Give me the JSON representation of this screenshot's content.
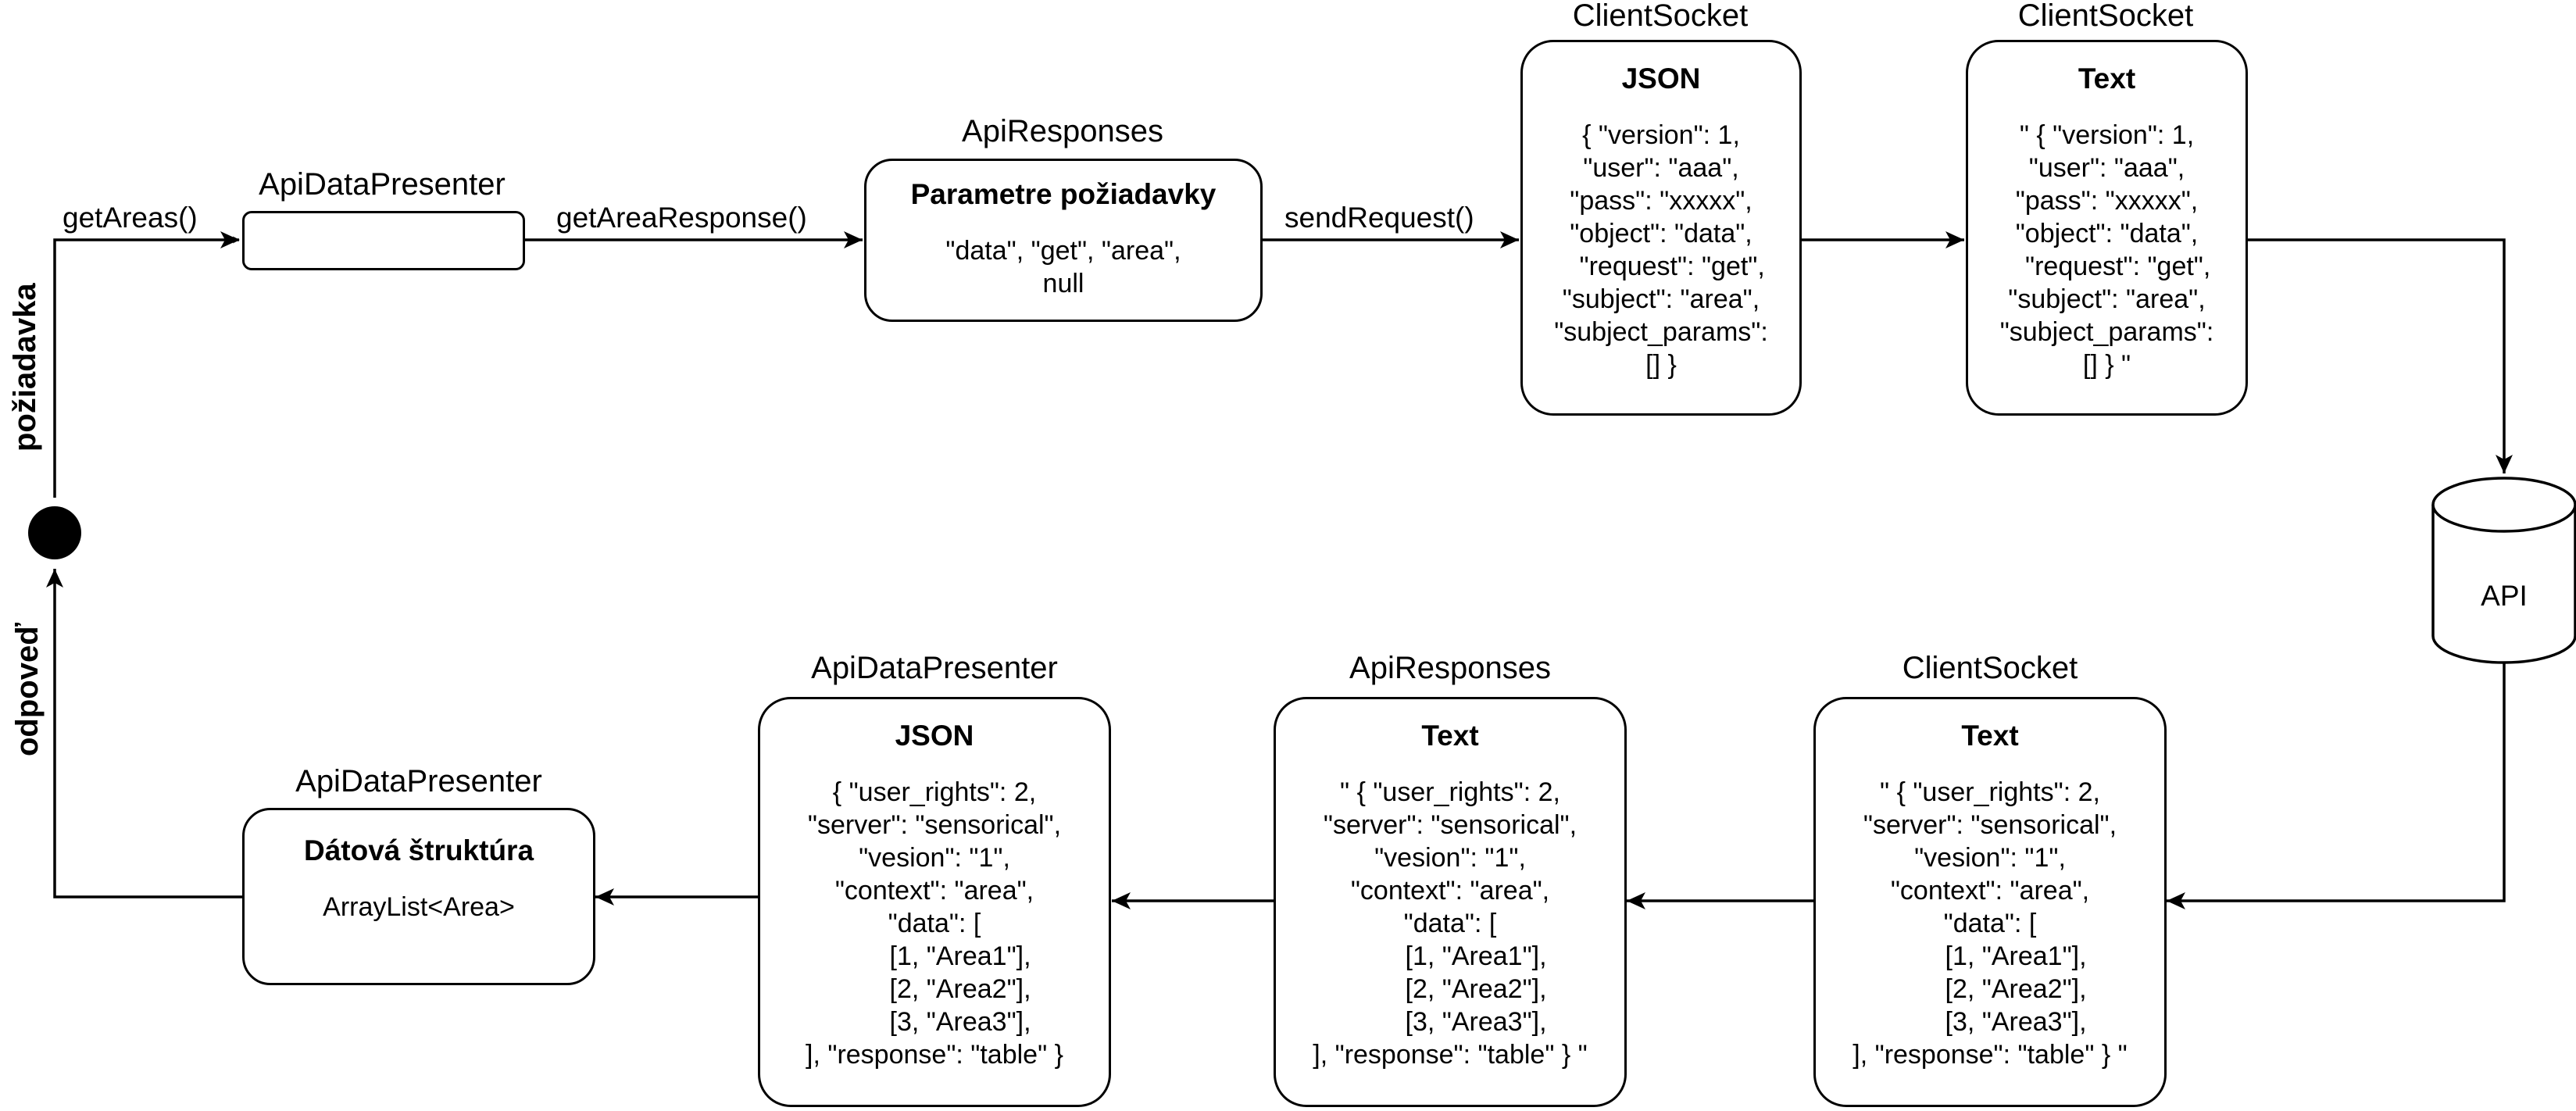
{
  "flow": {
    "request_label": "požiadavka",
    "response_label": "odpoveď"
  },
  "edges": {
    "getAreas": "getAreas()",
    "getAreaResponse": "getAreaResponse()",
    "sendRequest": "sendRequest()"
  },
  "nodes": {
    "presenter_top": {
      "owner": "ApiDataPresenter"
    },
    "params": {
      "owner": "ApiResponses",
      "title": "Parametre požiadavky",
      "body": "\"data\", \"get\", \"area\",\nnull"
    },
    "json_request": {
      "owner": "ClientSocket",
      "title": "JSON",
      "body": "{ \"version\": 1,\n\"user\": \"aaa\",\n\"pass\": \"xxxxx\",\n\"object\": \"data\",\n   \"request\": \"get\",\n\"subject\": \"area\",\n\"subject_params\":\n[] }"
    },
    "text_request": {
      "owner": "ClientSocket",
      "title": "Text",
      "body": "\" { \"version\": 1,\n\"user\": \"aaa\",\n\"pass\": \"xxxxx\",\n\"object\": \"data\",\n   \"request\": \"get\",\n\"subject\": \"area\",\n\"subject_params\":\n[] } \""
    },
    "api": {
      "label": "API"
    },
    "text_response_socket": {
      "owner": "ClientSocket",
      "title": "Text",
      "body": "\" { \"user_rights\": 2,\n\"server\": \"sensorical\",\n\"vesion\": \"1\",\n\"context\": \"area\",\n\"data\": [\n       [1, \"Area1\"],\n       [2, \"Area2\"],\n       [3, \"Area3\"],\n], \"response\": \"table\" } \""
    },
    "text_response_api": {
      "owner": "ApiResponses",
      "title": "Text",
      "body": "\" { \"user_rights\": 2,\n\"server\": \"sensorical\",\n\"vesion\": \"1\",\n\"context\": \"area\",\n\"data\": [\n       [1, \"Area1\"],\n       [2, \"Area2\"],\n       [3, \"Area3\"],\n], \"response\": \"table\" } \""
    },
    "json_response": {
      "owner": "ApiDataPresenter",
      "title": "JSON",
      "body": "{ \"user_rights\": 2,\n\"server\": \"sensorical\",\n\"vesion\": \"1\",\n\"context\": \"area\",\n\"data\": [\n       [1, \"Area1\"],\n       [2, \"Area2\"],\n       [3, \"Area3\"],\n], \"response\": \"table\" }"
    },
    "data_structure": {
      "owner": "ApiDataPresenter",
      "title": "Dátová štruktúra",
      "body": "ArrayList<Area>"
    }
  }
}
